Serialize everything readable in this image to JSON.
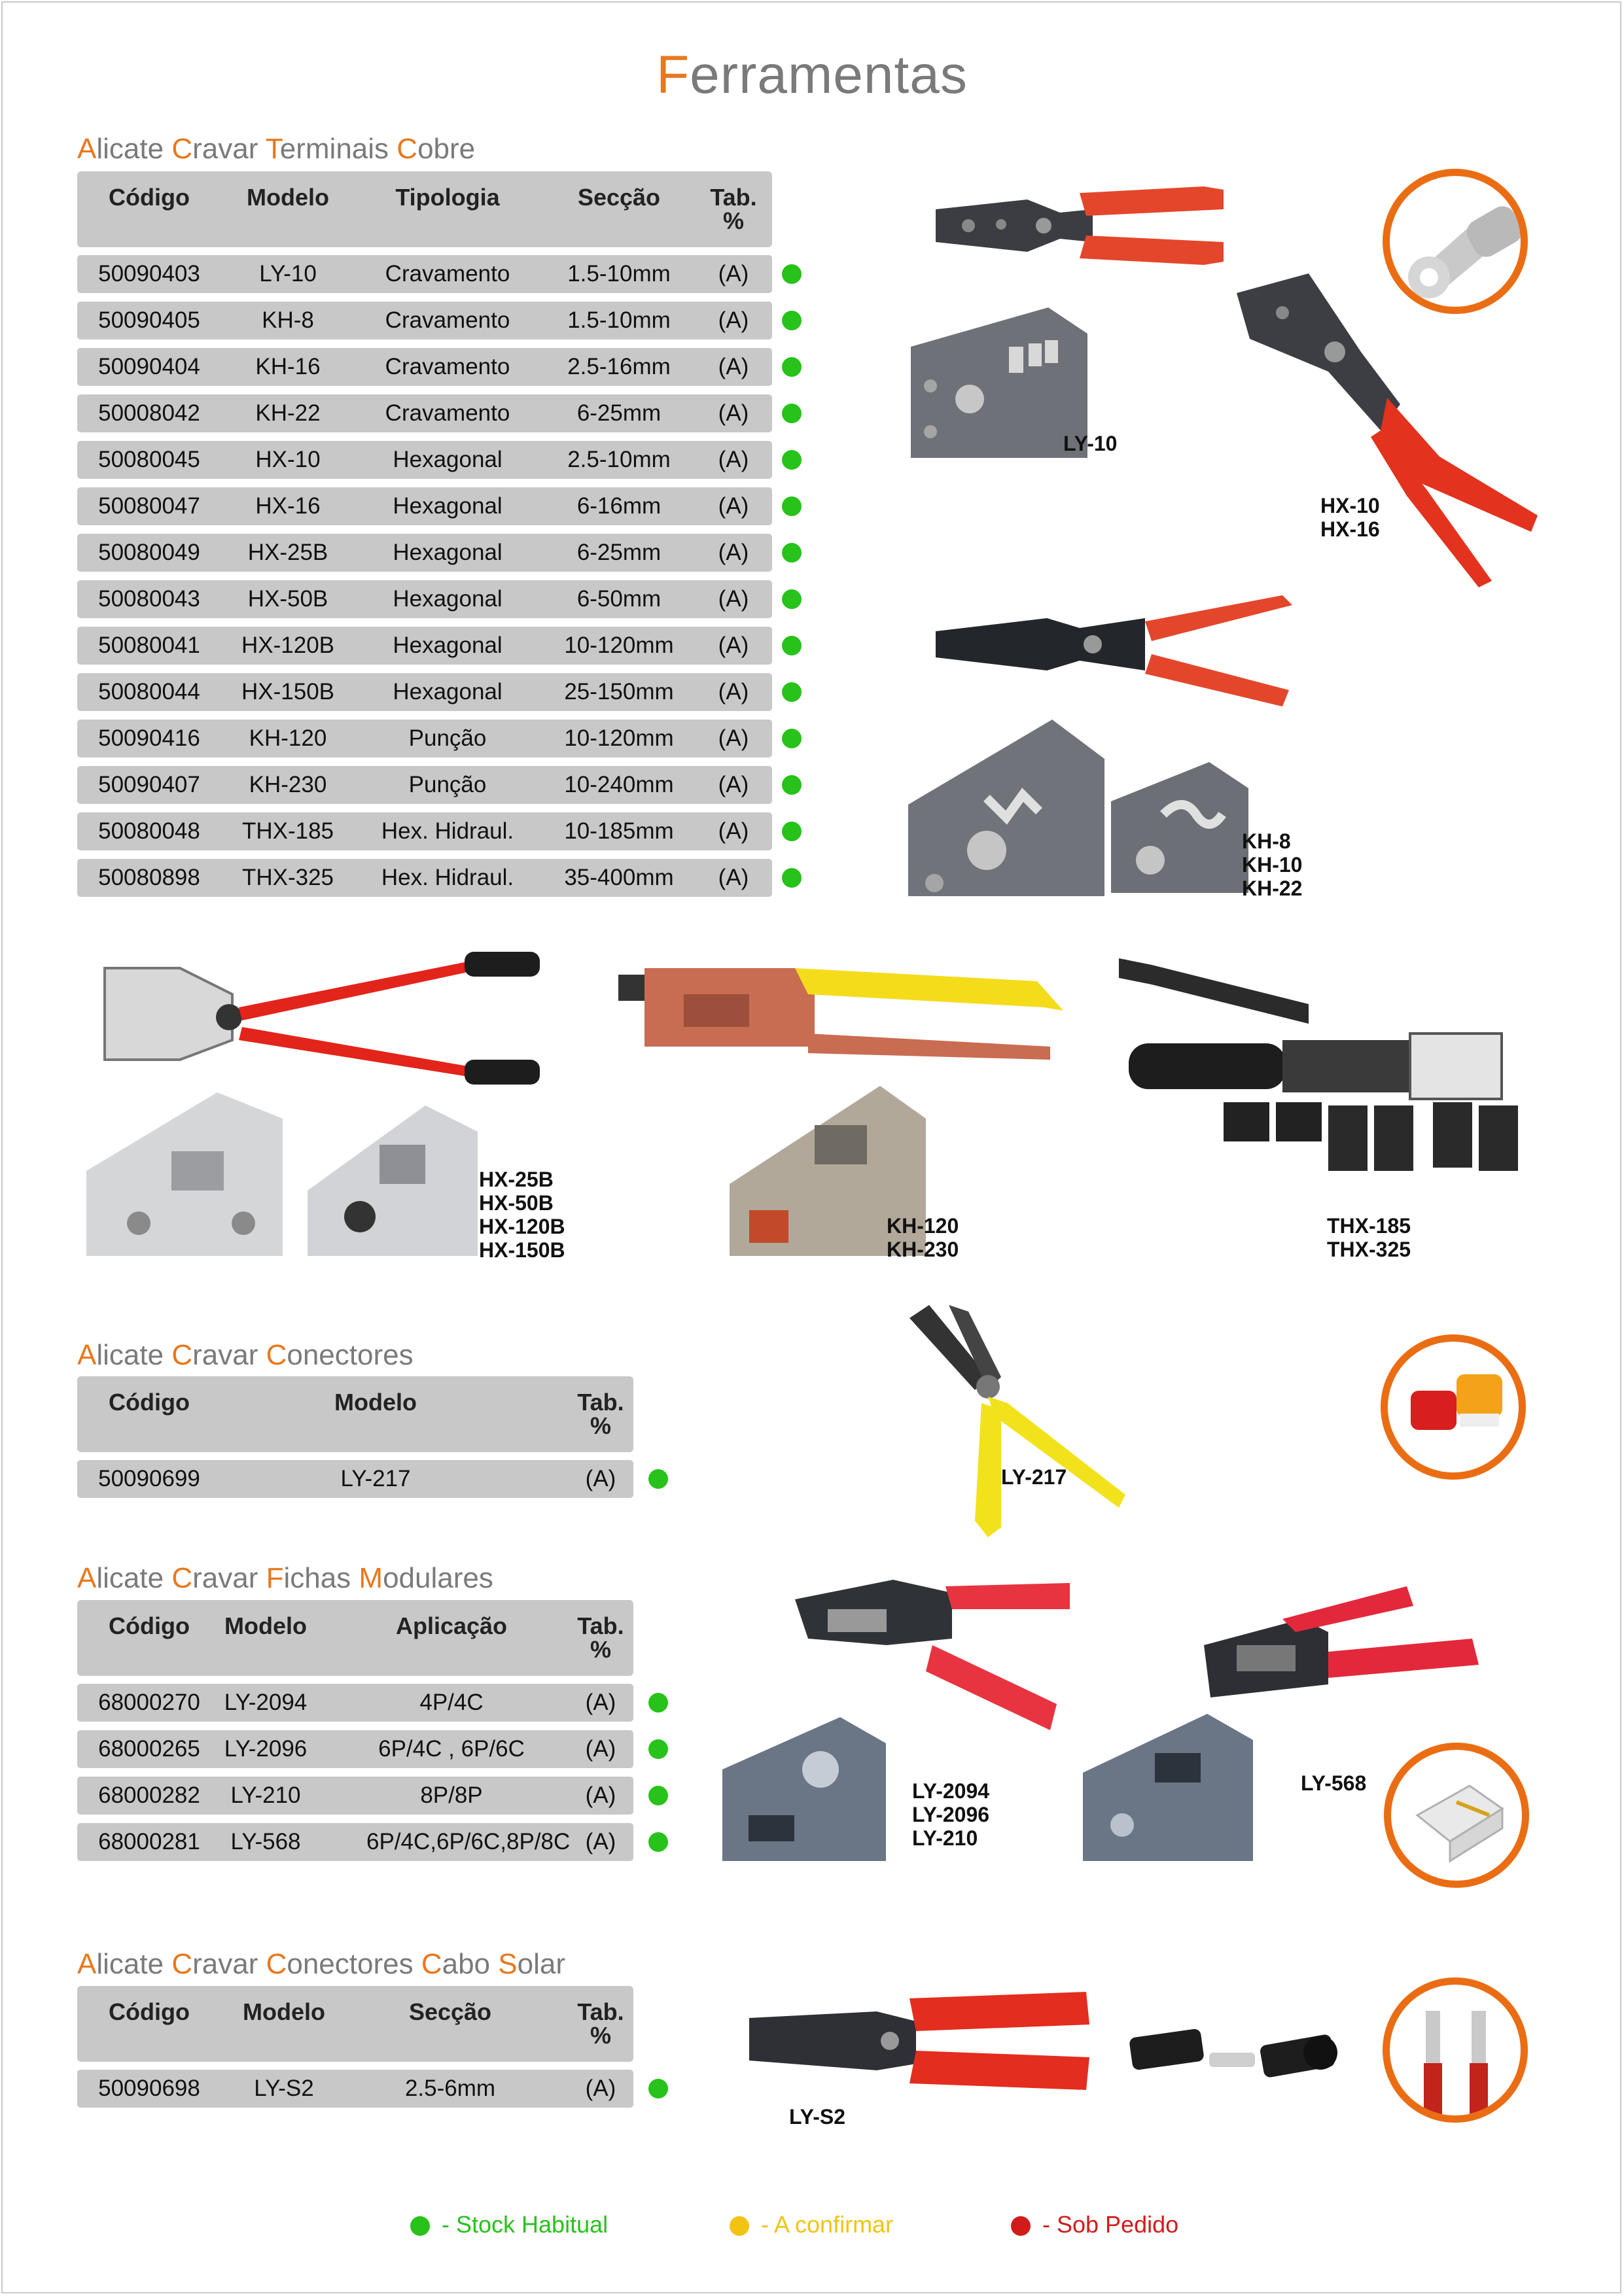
{
  "title": {
    "initial": "F",
    "rest": "erramentas"
  },
  "colors": {
    "accent": "#e8781e",
    "stock": "#27c21a",
    "confirm": "#f2c312",
    "order": "#d11b1b"
  },
  "section1": {
    "title": [
      {
        "i": "A",
        "r": "licate "
      },
      {
        "i": "C",
        "r": "ravar "
      },
      {
        "i": "T",
        "r": "erminais "
      },
      {
        "i": "C",
        "r": "obre"
      }
    ],
    "headers": [
      "Código",
      "Modelo",
      "Tipologia",
      "Secção",
      "Tab.\n%"
    ],
    "rows": [
      [
        "50090403",
        "LY-10",
        "Cravamento",
        "1.5-10mm",
        "(A)"
      ],
      [
        "50090405",
        "KH-8",
        "Cravamento",
        "1.5-10mm",
        "(A)"
      ],
      [
        "50090404",
        "KH-16",
        "Cravamento",
        "2.5-16mm",
        "(A)"
      ],
      [
        "50008042",
        "KH-22",
        "Cravamento",
        "6-25mm",
        "(A)"
      ],
      [
        "50080045",
        "HX-10",
        "Hexagonal",
        "2.5-10mm",
        "(A)"
      ],
      [
        "50080047",
        "HX-16",
        "Hexagonal",
        "6-16mm",
        "(A)"
      ],
      [
        "50080049",
        "HX-25B",
        "Hexagonal",
        "6-25mm",
        "(A)"
      ],
      [
        "50080043",
        "HX-50B",
        "Hexagonal",
        "6-50mm",
        "(A)"
      ],
      [
        "50080041",
        "HX-120B",
        "Hexagonal",
        "10-120mm",
        "(A)"
      ],
      [
        "50080044",
        "HX-150B",
        "Hexagonal",
        "25-150mm",
        "(A)"
      ],
      [
        "50090416",
        "KH-120",
        "Punção",
        "10-120mm",
        "(A)"
      ],
      [
        "50090407",
        "KH-230",
        "Punção",
        "10-240mm",
        "(A)"
      ],
      [
        "50080048",
        "THX-185",
        "Hex. Hidraul.",
        "10-185mm",
        "(A)"
      ],
      [
        "50080898",
        "THX-325",
        "Hex. Hidraul.",
        "35-400mm",
        "(A)"
      ]
    ]
  },
  "section2": {
    "title": [
      {
        "i": "A",
        "r": "licate "
      },
      {
        "i": "C",
        "r": "ravar "
      },
      {
        "i": "C",
        "r": "onectores"
      }
    ],
    "headers": [
      "Código",
      "Modelo",
      "Tab.\n%"
    ],
    "rows": [
      [
        "50090699",
        "LY-217",
        "(A)"
      ]
    ]
  },
  "section3": {
    "title": [
      {
        "i": "A",
        "r": "licate "
      },
      {
        "i": "C",
        "r": "ravar "
      },
      {
        "i": "F",
        "r": "ichas "
      },
      {
        "i": "M",
        "r": "odulares"
      }
    ],
    "headers": [
      "Código",
      "Modelo",
      "Aplicação",
      "Tab.\n%"
    ],
    "rows": [
      [
        "68000270",
        "LY-2094",
        "4P/4C",
        "(A)"
      ],
      [
        "68000265",
        "LY-2096",
        "6P/4C , 6P/6C",
        "(A)"
      ],
      [
        "68000282",
        "LY-210",
        "8P/8P",
        "(A)"
      ],
      [
        "68000281",
        "LY-568",
        "6P/4C,6P/6C,8P/8C",
        "(A)"
      ]
    ]
  },
  "section4": {
    "title": [
      {
        "i": "A",
        "r": "licate "
      },
      {
        "i": "C",
        "r": "ravar "
      },
      {
        "i": "C",
        "r": "onectores "
      },
      {
        "i": "C",
        "r": "abo "
      },
      {
        "i": "S",
        "r": "olar"
      }
    ],
    "headers": [
      "Código",
      "Modelo",
      "Secção",
      "Tab.\n%"
    ],
    "rows": [
      [
        "50090698",
        "LY-S2",
        "2.5-6mm",
        "(A)"
      ]
    ]
  },
  "labels": {
    "ly10": "LY-10",
    "hx": "HX-10\nHX-16",
    "kh": "KH-8\nKH-10\nKH-22",
    "hxb": "HX-25B\nHX-50B\nHX-120B\nHX-150B",
    "kh120": "KH-120\nKH-230",
    "thx": "THX-185\nTHX-325",
    "ly217": "LY-217",
    "ly2094": "LY-2094\nLY-2096\nLY-210",
    "ly568": "LY-568",
    "lys2": "LY-S2"
  },
  "icons": [
    "crimp-plier-icon",
    "ring-terminal-icon",
    "gel-connector-icon",
    "rj45-plug-icon",
    "solar-connector-icon",
    "hydraulic-crimper-icon"
  ],
  "legend": {
    "stock": "- Stock Habitual",
    "confirm": "- A confirmar",
    "order": "- Sob Pedido"
  }
}
